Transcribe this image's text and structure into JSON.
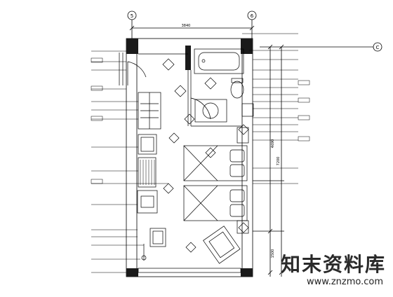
{
  "drawing": {
    "grid_labels": [
      "5",
      "6",
      "C"
    ],
    "dimensions": {
      "top": "3840",
      "right_upper": "4690",
      "right_overall": "7200",
      "right_lower": "1500"
    },
    "colors": {
      "line": "#000000",
      "wall_fill": "#1a1a1a",
      "background": "#ffffff"
    }
  },
  "watermark": {
    "chinese": "知末资料库",
    "url": "www.znzmo.com"
  }
}
